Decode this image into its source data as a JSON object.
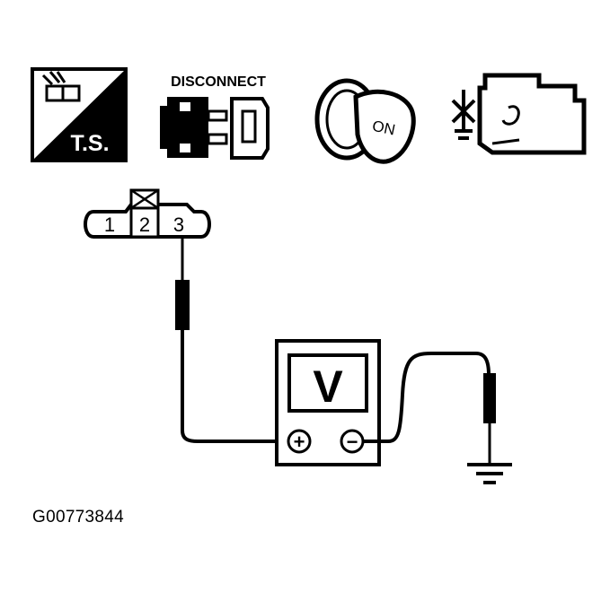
{
  "icons": {
    "ts_label": "T.S.",
    "disconnect_label": "DISCONNECT",
    "ignition_label": "ON"
  },
  "connector": {
    "pins": [
      "1",
      "2",
      "3"
    ]
  },
  "meter": {
    "mode": "V",
    "positive_symbol": "+",
    "negative_symbol": "−"
  },
  "figure_id": "G00773844",
  "icon_names": [
    "ts-icon",
    "disconnect-icon",
    "ignition-key-icon",
    "engine-icon",
    "ground-icon"
  ]
}
